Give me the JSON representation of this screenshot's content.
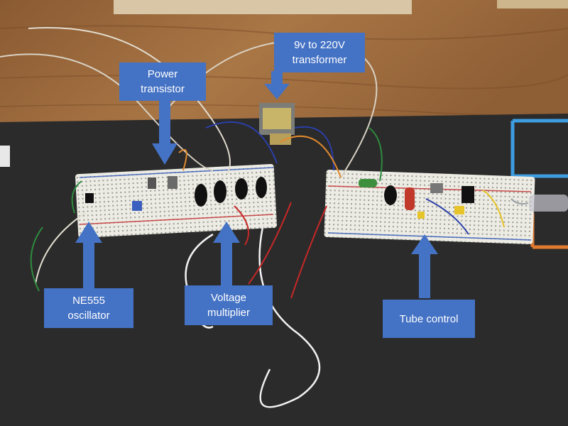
{
  "labels": {
    "power_transistor": {
      "line1": "Power",
      "line2": "transistor"
    },
    "transformer": {
      "line1": "9v to 220V",
      "line2": "transformer"
    },
    "ne555": {
      "line1": "NE555",
      "line2": "oscillator"
    },
    "voltage_multiplier": {
      "line1": "Voltage",
      "line2": "multiplier"
    },
    "tube_control": {
      "line1": "Tube control"
    }
  },
  "colors": {
    "label_fill": "#4472c4",
    "label_text": "#ffffff",
    "table_wood": "#9c6b3f",
    "mat": "#2b2b2b",
    "breadboard": "#ecebe4"
  }
}
